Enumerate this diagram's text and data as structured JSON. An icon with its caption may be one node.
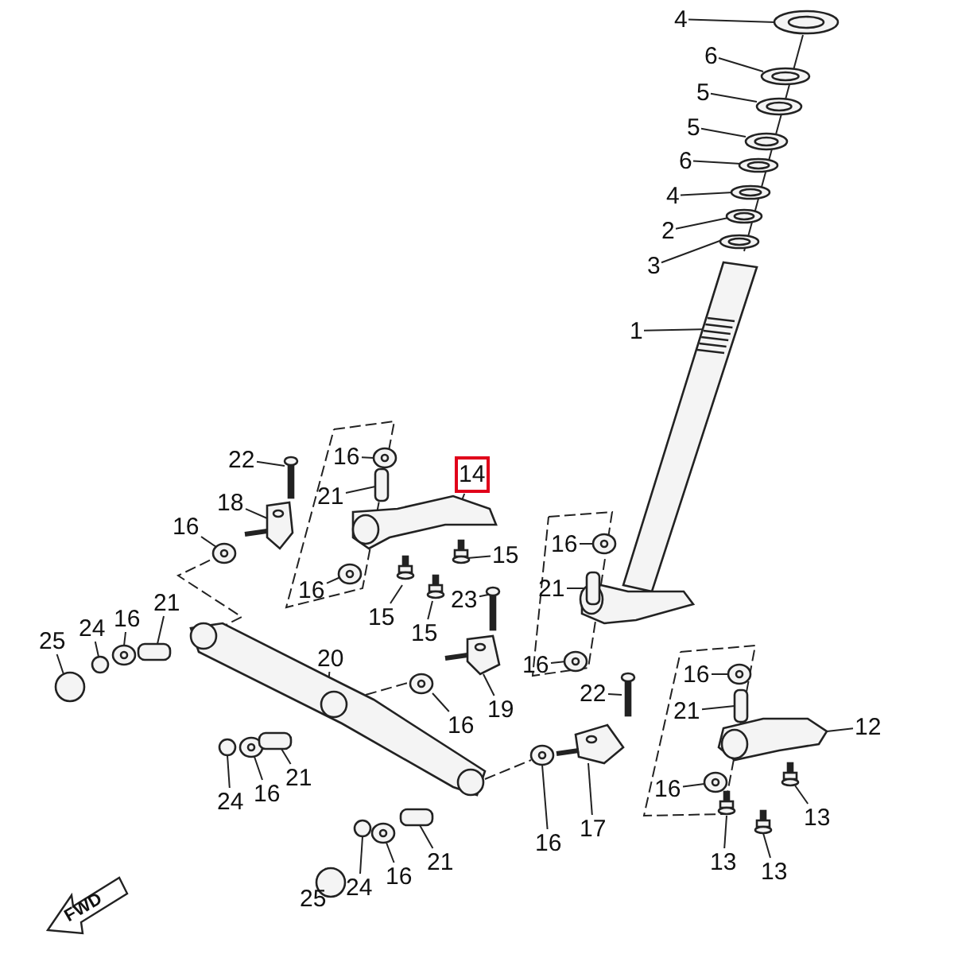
{
  "diagram": {
    "nodes": [
      {
        "text": [
          "4"
        ]
      },
      {
        "text": [
          "6"
        ]
      },
      {
        "text": [
          "5"
        ]
      },
      {
        "text": [
          "5"
        ]
      },
      {
        "text": [
          "6"
        ]
      },
      {
        "text": [
          "4"
        ]
      },
      {
        "text": [
          "2"
        ]
      },
      {
        "text": [
          "3"
        ]
      },
      {
        "text": [
          "1"
        ]
      },
      {
        "text": [
          "14"
        ]
      },
      {
        "text": [
          "22"
        ]
      },
      {
        "text": [
          "16"
        ]
      },
      {
        "text": [
          "21"
        ]
      },
      {
        "text": [
          "18"
        ]
      },
      {
        "text": [
          "15"
        ]
      },
      {
        "text": [
          "16"
        ]
      },
      {
        "text": [
          "16"
        ]
      },
      {
        "text": [
          "15"
        ]
      },
      {
        "text": [
          "15"
        ]
      },
      {
        "text": [
          "23"
        ]
      },
      {
        "text": [
          "16"
        ]
      },
      {
        "text": [
          "21"
        ]
      },
      {
        "text": [
          "16"
        ]
      },
      {
        "text": [
          "19"
        ]
      },
      {
        "text": [
          "25"
        ]
      },
      {
        "text": [
          "24"
        ]
      },
      {
        "text": [
          "16"
        ]
      },
      {
        "text": [
          "21"
        ]
      },
      {
        "text": [
          "20"
        ]
      },
      {
        "text": [
          "16"
        ]
      },
      {
        "text": [
          "22"
        ]
      },
      {
        "text": [
          "16"
        ]
      },
      {
        "text": [
          "21"
        ]
      },
      {
        "text": [
          "12"
        ]
      },
      {
        "text": [
          "16"
        ]
      },
      {
        "text": [
          "13"
        ]
      },
      {
        "text": [
          "13"
        ]
      },
      {
        "text": [
          "13"
        ]
      },
      {
        "text": [
          "17"
        ]
      },
      {
        "text": [
          "16"
        ]
      },
      {
        "text": [
          "24"
        ]
      },
      {
        "text": [
          "16"
        ]
      },
      {
        "text": [
          "21"
        ]
      },
      {
        "text": [
          "25"
        ]
      },
      {
        "text": [
          "24"
        ]
      },
      {
        "text": [
          "16"
        ]
      },
      {
        "text": [
          "21"
        ]
      },
      {
        "text": [],
        "shape": "picture"
      },
      {
        "text": [],
        "shape": "picture"
      },
      {
        "text": [],
        "shape": "picture"
      },
      {
        "text": [],
        "shape": "picture"
      },
      {
        "text": [],
        "shape": "picture"
      },
      {
        "text": [],
        "shape": "picture"
      },
      {
        "text": [],
        "shape": "picture"
      },
      {
        "text": [],
        "shape": "picture"
      },
      {
        "text": [],
        "shape": "picture"
      },
      {
        "text": [],
        "shape": "picture"
      },
      {
        "text": [],
        "shape": "picture"
      },
      {
        "text": [],
        "shape": "picture"
      },
      {
        "text": [],
        "shape": "box"
      },
      {
        "text": [],
        "shape": "picture"
      },
      {
        "text": [],
        "shape": "picture"
      },
      {
        "text": [],
        "shape": "picture"
      },
      {
        "text": [],
        "shape": "picture"
      },
      {
        "text": [],
        "shape": "picture"
      },
      {
        "text": [],
        "shape": "picture"
      },
      {
        "text": [],
        "shape": "picture"
      },
      {
        "text": [],
        "shape": "picture"
      },
      {
        "text": [],
        "shape": "box"
      },
      {
        "text": [],
        "shape": "picture"
      },
      {
        "text": [],
        "shape": "picture"
      },
      {
        "text": [],
        "shape": "circle"
      },
      {
        "text": [],
        "shape": "circle"
      },
      {
        "text": [],
        "shape": "picture"
      },
      {
        "text": [],
        "shape": "box"
      },
      {
        "text": [],
        "shape": "picture"
      },
      {
        "text": [],
        "shape": "picture"
      },
      {
        "text": [],
        "shape": "picture"
      },
      {
        "text": [],
        "shape": "picture"
      },
      {
        "text": [],
        "shape": "box"
      },
      {
        "text": [],
        "shape": "picture"
      },
      {
        "text": [],
        "shape": "picture"
      },
      {
        "text": [],
        "shape": "picture"
      },
      {
        "text": [],
        "shape": "picture"
      },
      {
        "text": [],
        "shape": "picture"
      },
      {
        "text": [],
        "shape": "picture"
      },
      {
        "text": [],
        "shape": "picture"
      },
      {
        "text": [],
        "shape": "circle"
      },
      {
        "text": [],
        "shape": "picture"
      },
      {
        "text": [],
        "shape": "box"
      },
      {
        "text": [],
        "shape": "circle"
      },
      {
        "text": [],
        "shape": "circle"
      },
      {
        "text": [],
        "shape": "picture"
      },
      {
        "text": [],
        "shape": "box"
      }
    ],
    "edges": [
      {
        "from": 0,
        "to": 47,
        "arrow": "none"
      },
      {
        "from": 1,
        "to": 48,
        "arrow": "none"
      },
      {
        "from": 2,
        "to": 49,
        "arrow": "none"
      },
      {
        "from": 3,
        "to": 50,
        "arrow": "none"
      },
      {
        "from": 4,
        "to": 51,
        "arrow": "none"
      },
      {
        "from": 5,
        "to": 52,
        "arrow": "none"
      },
      {
        "from": 6,
        "to": 53,
        "arrow": "none"
      },
      {
        "from": 7,
        "to": 54,
        "arrow": "none"
      },
      {
        "from": 8,
        "to": 55,
        "arrow": "none"
      },
      {
        "from": 9,
        "to": 56,
        "arrow": "none"
      },
      {
        "from": 10,
        "to": 57,
        "arrow": "none"
      },
      {
        "from": 11,
        "to": 58,
        "arrow": "none"
      },
      {
        "from": 12,
        "to": 59,
        "arrow": "none"
      },
      {
        "from": 13,
        "to": 60,
        "arrow": "none"
      },
      {
        "from": 14,
        "to": 61,
        "arrow": "none"
      },
      {
        "from": 15,
        "to": 62,
        "arrow": "none"
      },
      {
        "from": 16,
        "to": 63,
        "arrow": "none"
      },
      {
        "from": 17,
        "to": 64,
        "arrow": "none"
      },
      {
        "from": 18,
        "to": 65,
        "arrow": "none"
      },
      {
        "from": 19,
        "to": 66,
        "arrow": "none"
      },
      {
        "from": 20,
        "to": 67,
        "arrow": "none"
      },
      {
        "from": 21,
        "to": 68,
        "arrow": "none"
      },
      {
        "from": 22,
        "to": 69,
        "arrow": "none"
      },
      {
        "from": 23,
        "to": 70,
        "arrow": "none"
      },
      {
        "from": 24,
        "to": 71,
        "arrow": "none"
      },
      {
        "from": 25,
        "to": 72,
        "arrow": "none"
      },
      {
        "from": 26,
        "to": 73,
        "arrow": "none"
      },
      {
        "from": 27,
        "to": 74,
        "arrow": "none"
      },
      {
        "from": 28,
        "to": 75,
        "arrow": "none"
      },
      {
        "from": 29,
        "to": 76,
        "arrow": "none"
      },
      {
        "from": 30,
        "to": 77,
        "arrow": "none"
      },
      {
        "from": 31,
        "to": 78,
        "arrow": "none"
      },
      {
        "from": 32,
        "to": 79,
        "arrow": "none"
      },
      {
        "from": 33,
        "to": 80,
        "arrow": "none"
      },
      {
        "from": 34,
        "to": 81,
        "arrow": "none"
      },
      {
        "from": 35,
        "to": 82,
        "arrow": "none"
      },
      {
        "from": 36,
        "to": 83,
        "arrow": "none"
      },
      {
        "from": 37,
        "to": 84,
        "arrow": "none"
      },
      {
        "from": 38,
        "to": 85,
        "arrow": "none"
      },
      {
        "from": 39,
        "to": 86,
        "arrow": "none"
      },
      {
        "from": 40,
        "to": 87,
        "arrow": "none"
      },
      {
        "from": 41,
        "to": 88,
        "arrow": "none"
      },
      {
        "from": 42,
        "to": 89,
        "arrow": "none"
      },
      {
        "from": 43,
        "to": 90,
        "arrow": "none"
      },
      {
        "from": 44,
        "to": 91,
        "arrow": "none"
      },
      {
        "from": 45,
        "to": 92,
        "arrow": "none"
      },
      {
        "from": 46,
        "to": 93,
        "arrow": "none"
      },
      {
        "from": 62,
        "to": 75,
        "arrow": "none",
        "style": "dashed"
      },
      {
        "from": 75,
        "to": 76,
        "arrow": "none",
        "style": "dashed"
      },
      {
        "from": 75,
        "to": 86,
        "arrow": "none",
        "style": "dashed"
      }
    ],
    "labels": [
      "FWD"
    ]
  }
}
